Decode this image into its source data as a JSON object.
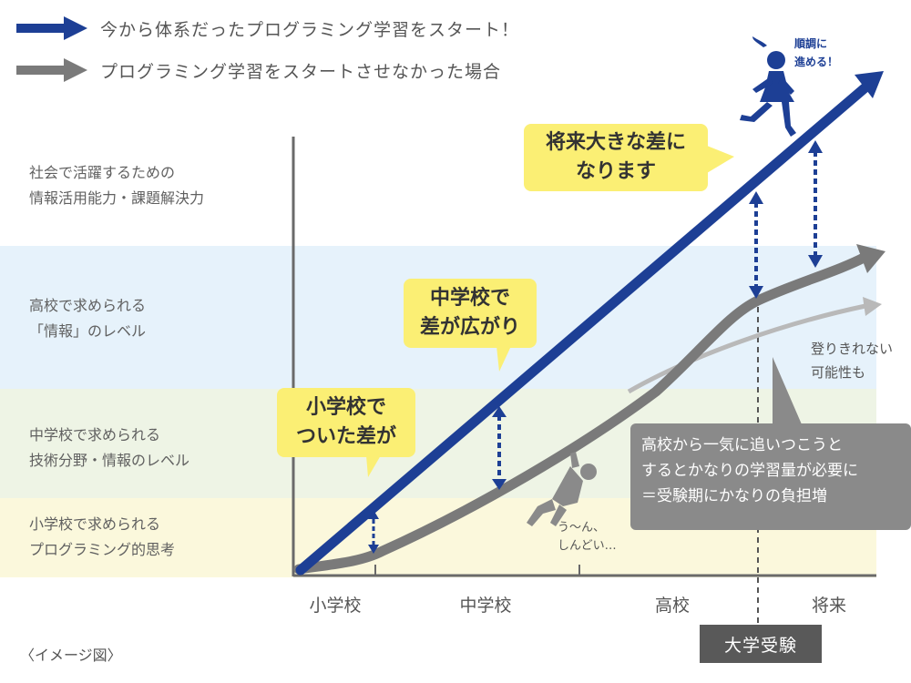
{
  "legend": {
    "blue_label": "今から体系だったプログラミング学習をスタート！",
    "gray_label": "プログラミング学習をスタートさせなかった場合"
  },
  "levels": [
    "社会で活躍するための\n情報活用能力・課題解決力",
    "高校で求められる\n「情報」のレベル",
    "中学校で求められる\n技術分野・情報のレベル",
    "小学校で求められる\nプログラミング的思考"
  ],
  "callouts": {
    "elementary": "小学校で\nついた差が",
    "middle": "中学校で\n差が広がり",
    "future": "将来大きな差に\nなります"
  },
  "gray_note": "高校から一気に追いつこうと\nするとかなりの学習量が必要に\n＝受験期にかなりの負担増",
  "struggle_note": "う～ん、\nしんどい…",
  "dropout_note": "登りきれない\n可能性も",
  "runner_note": "順調に\n進める！",
  "x_axis": [
    "小学校",
    "中学校",
    "高校",
    "将来"
  ],
  "exam_label": "大学受験",
  "image_note": "〈イメージ図〉",
  "colors": {
    "blue": "#1d3f95",
    "gray": "#7a7a7a",
    "light_gray": "#b9b9b9",
    "callout": "#fbef74"
  }
}
